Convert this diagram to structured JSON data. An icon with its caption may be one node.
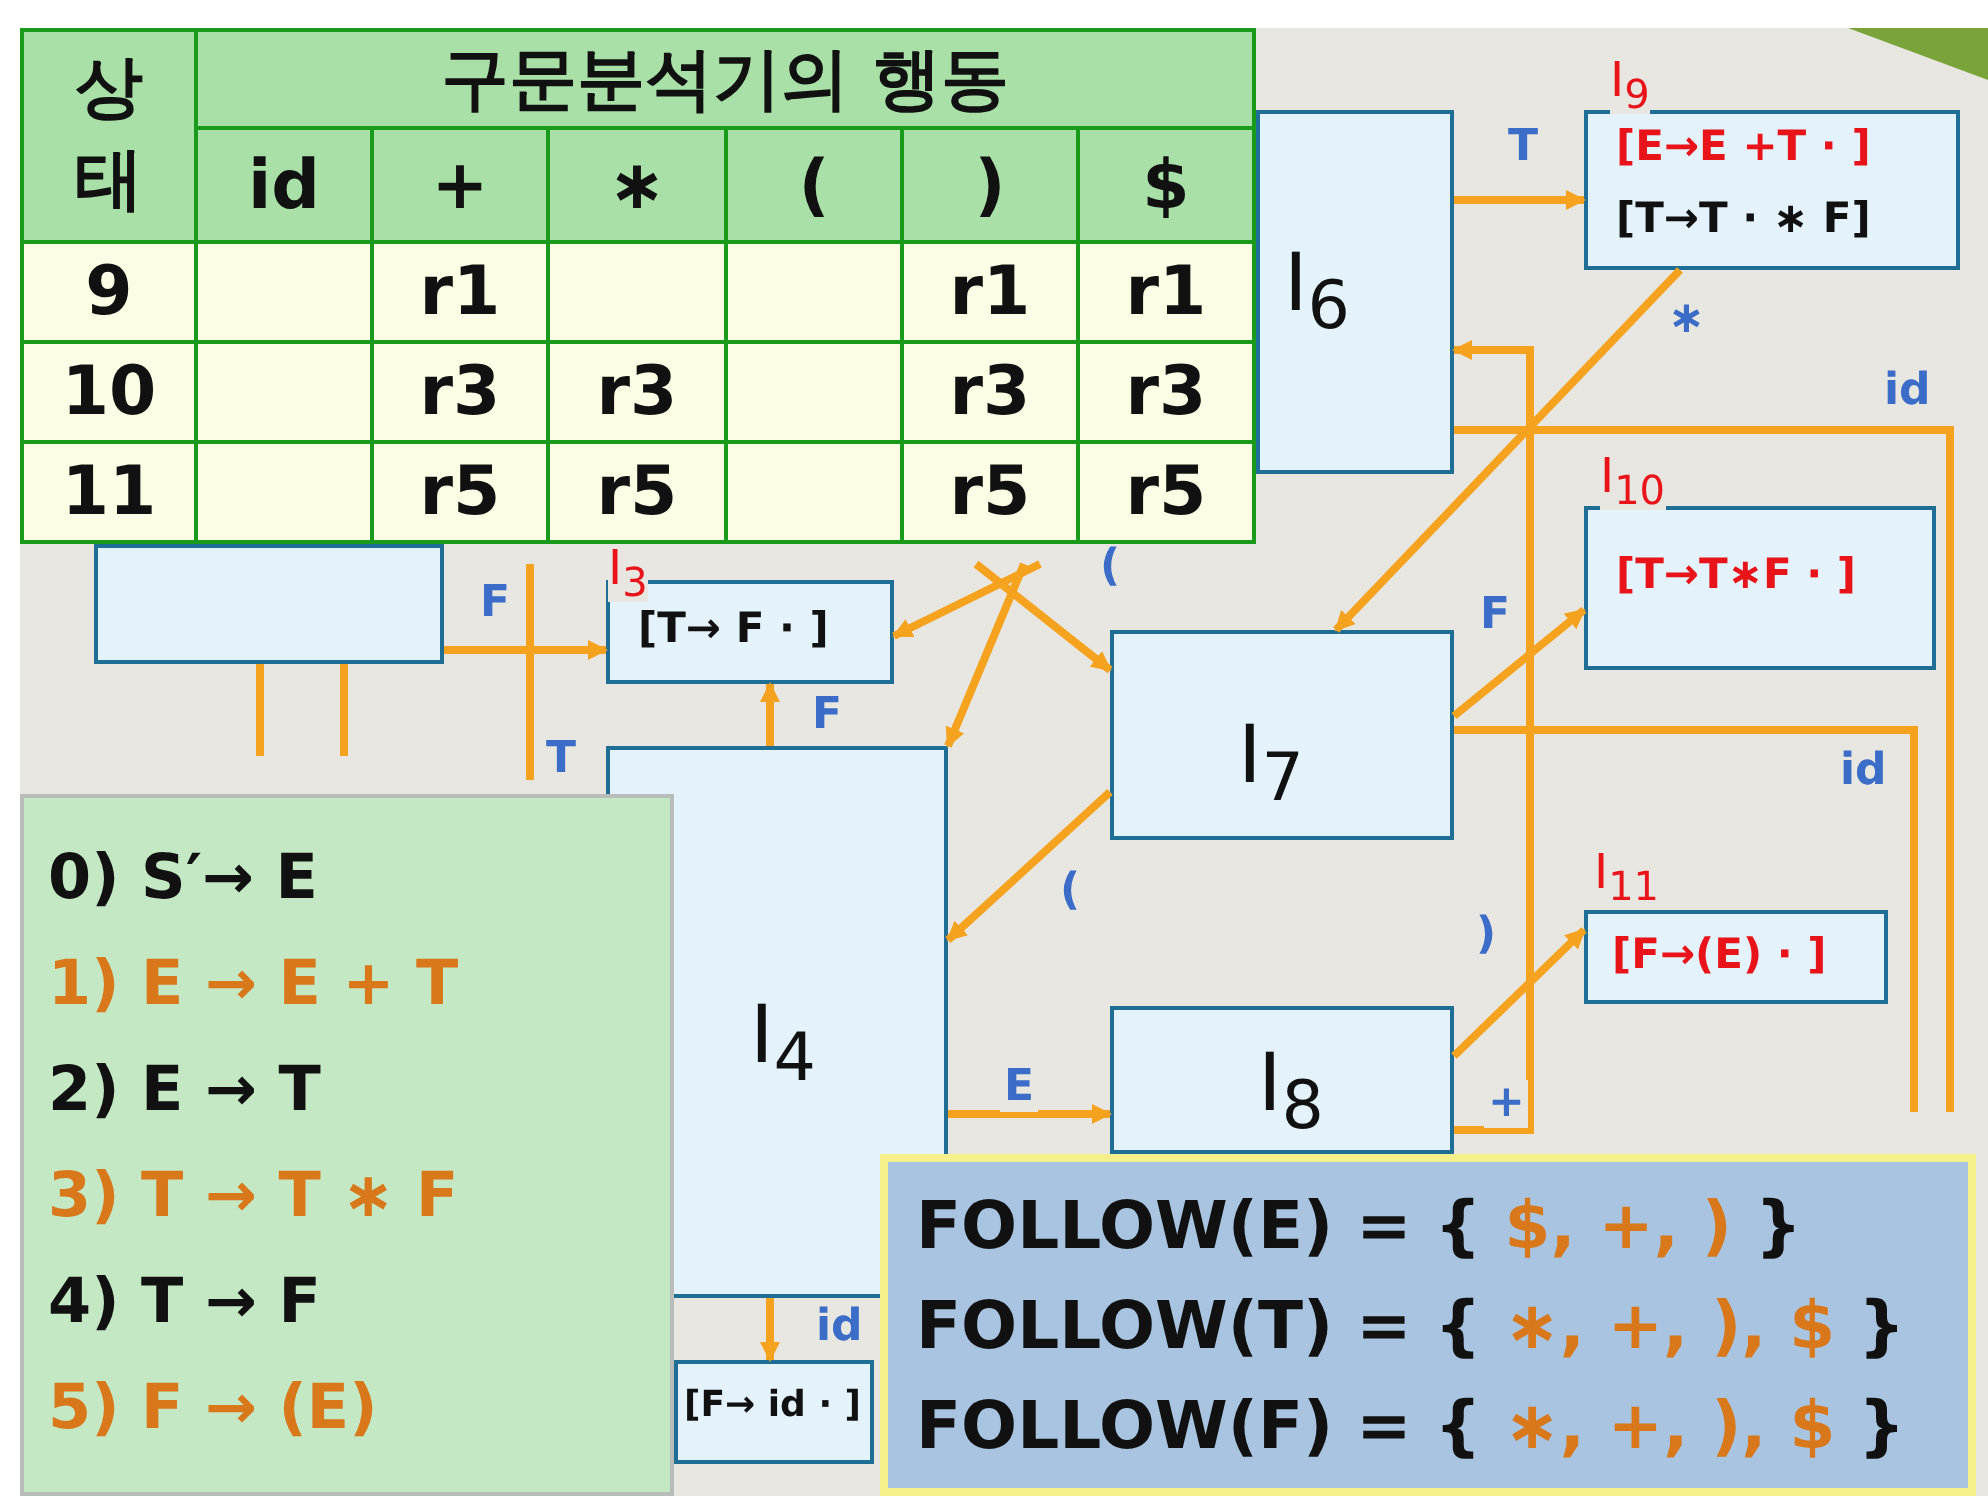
{
  "diagram": {
    "nodes": [
      {
        "text": [
          "I$_{6}$"
        ]
      },
      {
        "text": [
          "[E→E +T · ]",
          "[T→T · ∗ F]"
        ],
        "beside": [
          "I$_{9}$"
        ]
      },
      {
        "text": [
          "[T→T∗F · ]"
        ],
        "beside": [
          "I$_{10}$"
        ]
      },
      {
        "text": [],
        "shape": "box"
      },
      {
        "text": [
          "[T→ F · ]"
        ],
        "beside": [
          "I$_{3}$"
        ]
      },
      {
        "text": [
          "I$_{7}$"
        ]
      },
      {
        "text": [
          "[F→(E) · ]"
        ],
        "beside": [
          "I$_{11}$"
        ]
      },
      {
        "text": [
          "I$_{4}$"
        ]
      },
      {
        "text": [
          "I$_{8}$"
        ]
      },
      {
        "text": [
          "[F→ id · ]"
        ]
      },
      {
        "text": [
          "0) S′→ E",
          "1) E → E + T",
          "2) E → T",
          "3) T → T ∗ F",
          "4) T → F",
          "5) F → (E)"
        ]
      },
      {
        "text": [
          "FOLLOW(E) = { **$, +, )** }",
          "FOLLOW(T) = { **∗, +, ), $** }",
          "FOLLOW(F) = { **∗, +, ), $** }"
        ]
      }
    ],
    "edges": [
      {
        "from": 0,
        "to": 1,
        "arrow": "to",
        "label": "T"
      },
      {
        "from": 1,
        "to": 5,
        "arrow": "to",
        "label": "∗"
      },
      {
        "from": 8,
        "to": 0,
        "arrow": "to",
        "label": "+"
      },
      {
        "from": 0,
        "to": null,
        "arrow": "none",
        "label": "id"
      },
      {
        "from": 5,
        "to": null,
        "arrow": "none",
        "label": "id"
      },
      {
        "from": 5,
        "to": 2,
        "arrow": "to",
        "label": "F"
      },
      {
        "from": 8,
        "to": 6,
        "arrow": "to",
        "label": ")"
      },
      {
        "from": 7,
        "to": 8,
        "arrow": "to",
        "label": "E"
      },
      {
        "from": 7,
        "to": 4,
        "arrow": "to",
        "label": "F"
      },
      {
        "from": 5,
        "to": 7,
        "arrow": "to",
        "label": "("
      },
      {
        "from": 7,
        "to": 9,
        "arrow": "to",
        "label": "id"
      },
      {
        "from": 3,
        "to": 4,
        "arrow": "to",
        "label": "F"
      },
      {
        "from": null,
        "to": 4,
        "arrow": "to"
      },
      {
        "from": null,
        "to": 7,
        "arrow": "to",
        "label": "("
      },
      {
        "from": null,
        "to": 5,
        "arrow": "to"
      },
      {
        "from": 3,
        "to": null,
        "arrow": "none"
      },
      {
        "from": 3,
        "to": null,
        "arrow": "none"
      }
    ],
    "labels": [
      "상태",
      "구문분석기의 행동",
      "id",
      "+",
      "∗",
      "(",
      ")",
      "$",
      "9",
      "r1",
      "r1",
      "r1",
      "10",
      "r3",
      "r3",
      "r3",
      "r3",
      "11",
      "r5",
      "r5",
      "r5",
      "r5",
      "T"
    ]
  }
}
